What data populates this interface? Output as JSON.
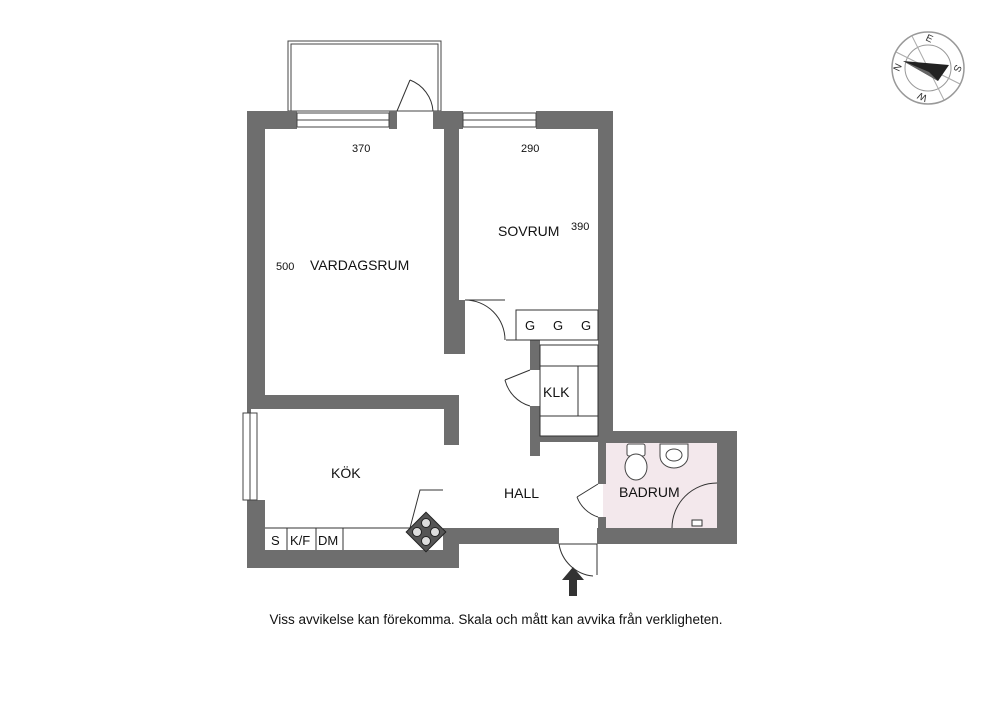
{
  "rooms": {
    "vardagsrum": "VARDAGSRUM",
    "sovrum": "SOVRUM",
    "kok": "KÖK",
    "hall": "HALL",
    "badrum": "BADRUM",
    "klk": "KLK"
  },
  "dimensions": {
    "vardagsrum_width": "370",
    "vardagsrum_depth": "500",
    "sovrum_width": "290",
    "sovrum_depth": "390"
  },
  "wardrobes": [
    "G",
    "G",
    "G"
  ],
  "kitchen_units": [
    "S",
    "K/F",
    "DM"
  ],
  "compass": {
    "n": "N",
    "e": "E",
    "s": "S",
    "w": "W"
  },
  "disclaimer": "Viss avvikelse kan förekomma. Skala och mått kan avvika från verkligheten.",
  "colors": {
    "wall": "#6e6e6e",
    "bathroom_floor": "#f3e8ec",
    "line": "#333333"
  }
}
